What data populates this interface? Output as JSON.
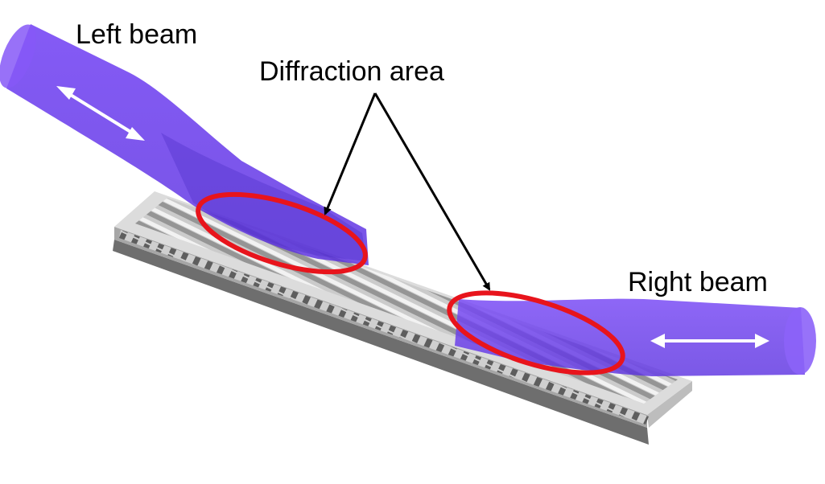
{
  "labels": {
    "left_beam": "Left beam",
    "diffraction_area": "Diffraction area",
    "right_beam": "Right beam"
  },
  "colors": {
    "beam": "#6a3df0",
    "beam_edge": "#4a22b8",
    "highlight_ellipse": "#e8141c",
    "grating_top": "#d6d6d6",
    "grating_side": "#8a8a8a",
    "arrow": "#000000",
    "polarization_arrow": "#ffffff"
  },
  "icons": {
    "polarization_marker": "double-headed-arrow"
  }
}
